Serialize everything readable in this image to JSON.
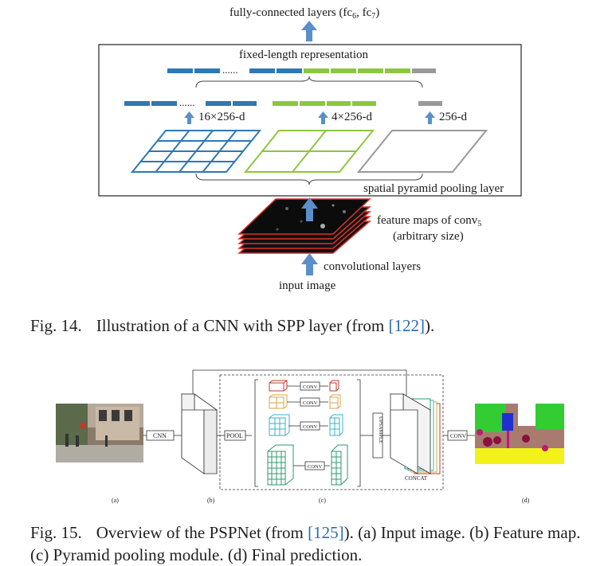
{
  "fig14": {
    "top_label": "fully-connected layers (fc",
    "top_label_sub1": "6",
    "top_label_mid": ", fc",
    "top_label_sub2": "7",
    "top_label_end": ")",
    "fixed_length": "fixed-length representation",
    "dots": "......",
    "label_16": "16×256-d",
    "label_4": "4×256-d",
    "label_1": "256-d",
    "spp_label": "spatial pyramid pooling layer",
    "feature_maps": "feature maps of conv",
    "feature_maps_sub": "5",
    "arbitrary": "(arbitrary size)",
    "conv_layers": "convolutional layers",
    "input_image": "input image",
    "caption_prefix": "Fig. 14.",
    "caption_text": "Illustration of a CNN with SPP layer (from ",
    "caption_ref": "[122]",
    "caption_end": ").",
    "colors": {
      "blue": "#2f78b4",
      "green": "#8dc63f",
      "gray": "#999999",
      "arrow": "#5b8fc9",
      "red_edge": "#d9322b"
    }
  },
  "fig15": {
    "cnn": "CNN",
    "pool": "POOL",
    "conv": "CONV",
    "upsample": "UPSAMPLE",
    "concat": "CONCAT",
    "a": "(a)",
    "b": "(b)",
    "c": "(c)",
    "d": "(d)",
    "caption_prefix": "Fig. 15.",
    "caption_text1": "Overview of the PSPNet (from ",
    "caption_ref": "[125]",
    "caption_text2": "). (a) Input image. (b) Feature map. (c) Pyramid pooling module. (d) Final prediction.",
    "colors": {
      "red": "#c0392b",
      "orange": "#d9a441",
      "cyan": "#39b3c9",
      "teal": "#2e9a6e"
    }
  }
}
